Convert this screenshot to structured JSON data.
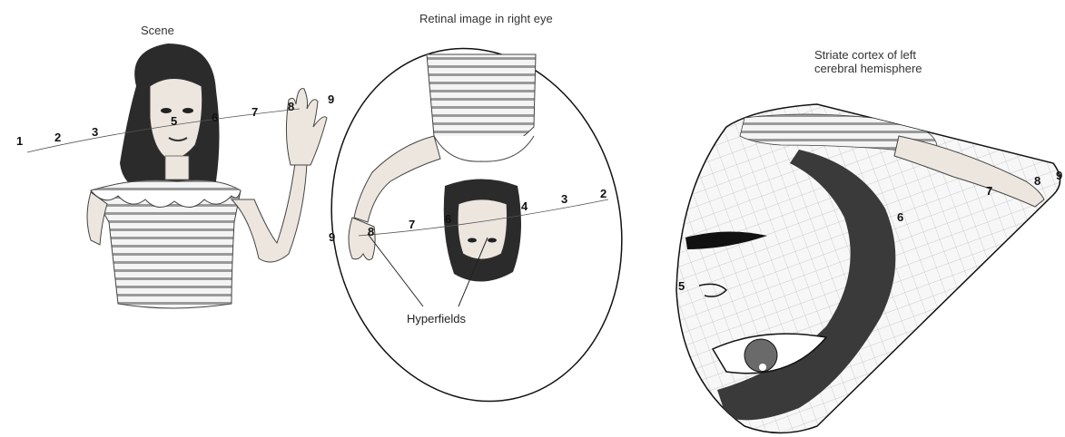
{
  "captions": {
    "scene": "Scene",
    "retina": "Retinal image in right eye",
    "cortex_line1": "Striate cortex of left",
    "cortex_line2": "cerebral hemisphere"
  },
  "hyperfields_label": "Hyperfields",
  "scene_markers": [
    "1",
    "2",
    "3",
    "5",
    "6",
    "7",
    "8",
    "9"
  ],
  "retina_markers": [
    "2",
    "3",
    "4",
    "6",
    "7",
    "8",
    "9"
  ],
  "cortex_markers": [
    "5",
    "6",
    "7",
    "8",
    "9"
  ],
  "colors": {
    "ink": "#111111",
    "hair": "#2b2b2b",
    "skin": "#e9e3dc",
    "stripe": "#9a9a9a",
    "grid": "#bdbdbd"
  }
}
